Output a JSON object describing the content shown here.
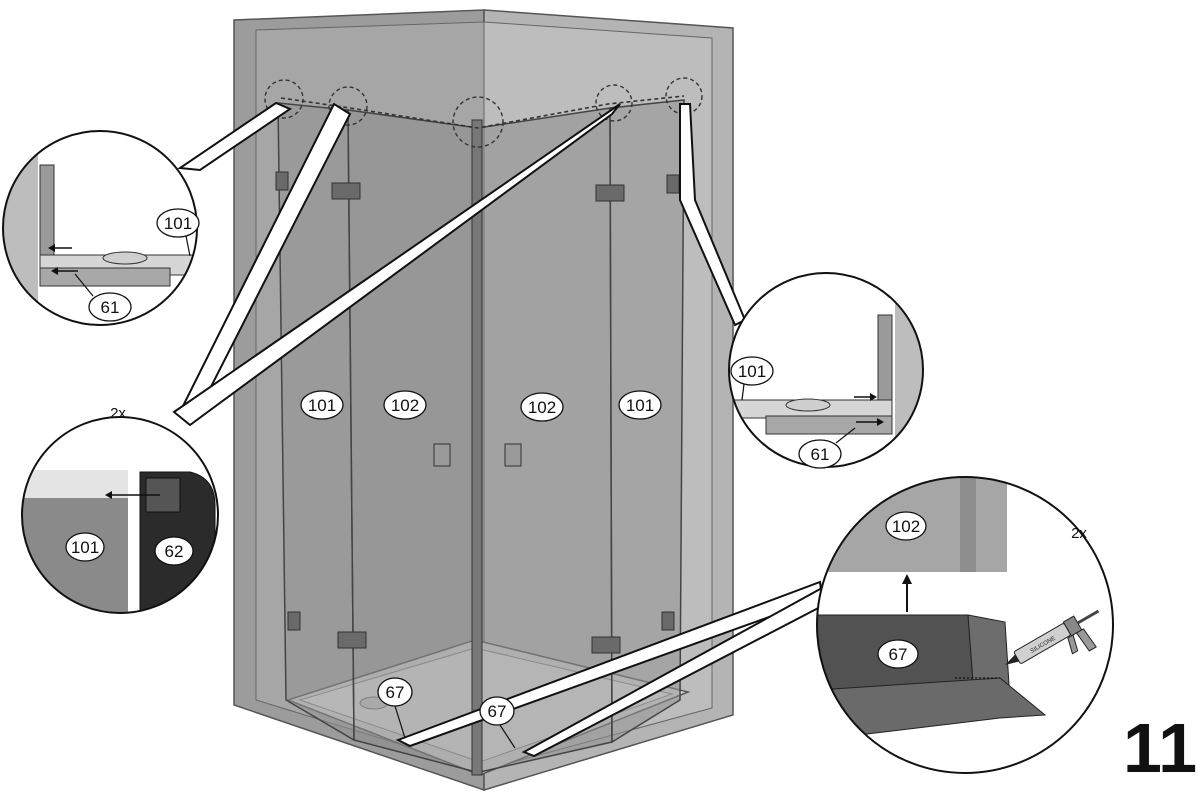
{
  "step_number": "11",
  "detail_quantity_left": "2x",
  "detail_quantity_right": "2x",
  "callouts": {
    "panel_left_outer": "101",
    "panel_left_door": "102",
    "panel_right_door": "102",
    "panel_right_outer": "101",
    "bottom_seal_left": "67",
    "bottom_seal_right": "67",
    "detail_top_left_panel": "101",
    "detail_top_left_part": "61",
    "detail_right_panel": "101",
    "detail_right_part": "61",
    "detail_profile_panel": "101",
    "detail_profile_part": "62",
    "detail_seal_panel": "102",
    "detail_seal_part": "67"
  },
  "silicone_label": "SILICONE"
}
